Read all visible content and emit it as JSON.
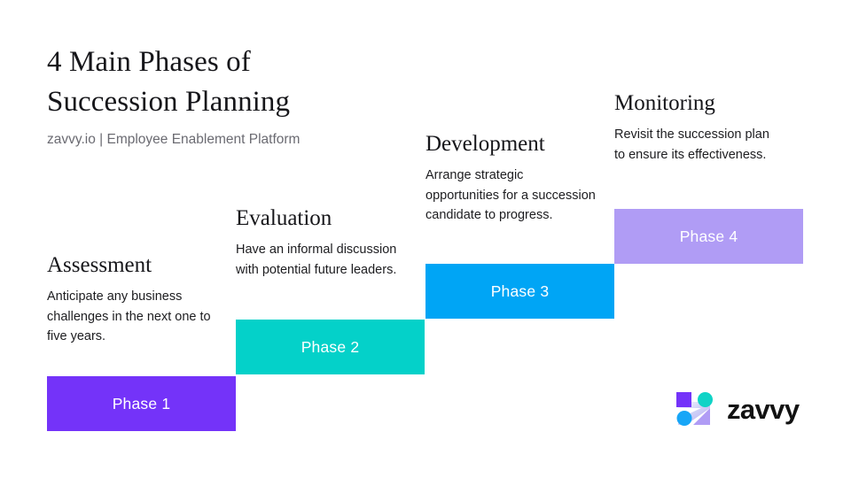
{
  "header": {
    "title": "4 Main Phases of\nSuccession Planning",
    "subtitle": "zavvy.io | Employee Enablement Platform"
  },
  "colors": {
    "phase_1": "#7433F9",
    "phase_2": "#04D1C9",
    "phase_3": "#00A5F5",
    "phase_4": "#B09CF5",
    "title_text": "#16161a",
    "subtitle_text": "#6b6b72",
    "body_text": "#1d1d20",
    "bar_label_text": "#ffffff",
    "background": "#ffffff",
    "logo_wordmark": "#121212"
  },
  "chart_data": {
    "type": "bar",
    "title": "4 Main Phases of Succession Planning",
    "categories": [
      "Phase 1",
      "Phase 2",
      "Phase 3",
      "Phase 4"
    ],
    "values": [
      1,
      2,
      3,
      4
    ],
    "xlabel": "",
    "ylabel": "",
    "legend": [
      "Assessment",
      "Evaluation",
      "Development",
      "Monitoring"
    ],
    "grid": false
  },
  "phases": [
    {
      "id": "phase-1",
      "heading": "Assessment",
      "description": "Anticipate any business challenges in the next one to five years.",
      "bar_label": "Phase 1",
      "color": "#7433F9"
    },
    {
      "id": "phase-2",
      "heading": "Evaluation",
      "description": "Have an informal discussion with potential future leaders.",
      "bar_label": "Phase 2",
      "color": "#04D1C9"
    },
    {
      "id": "phase-3",
      "heading": "Development",
      "description": "Arrange strategic opportunities for a succession candidate to progress.",
      "bar_label": "Phase 3",
      "color": "#00A5F5"
    },
    {
      "id": "phase-4",
      "heading": "Monitoring",
      "description": "Revisit the succession plan to ensure its effectiveness.",
      "bar_label": "Phase 4",
      "color": "#B09CF5"
    }
  ],
  "logo": {
    "wordmark": "zavvy",
    "mark_name": "zavvy-z-logo-icon"
  }
}
